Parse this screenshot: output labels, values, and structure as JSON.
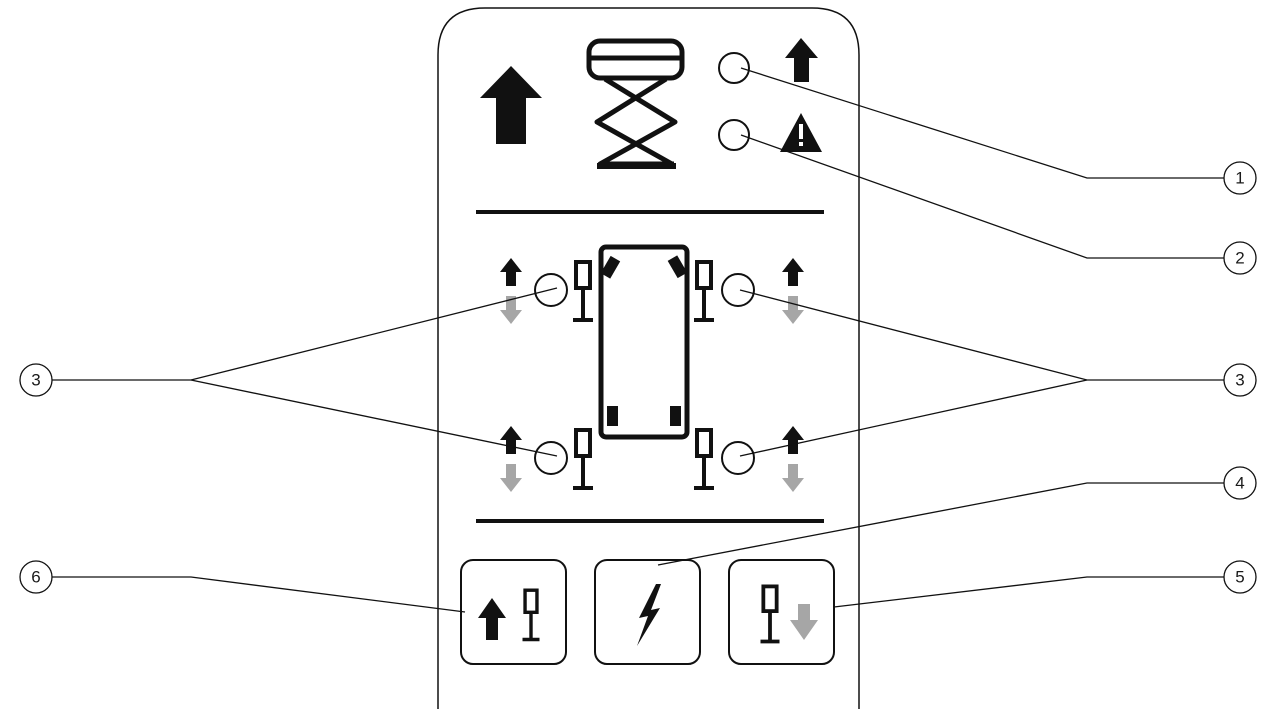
{
  "colors": {
    "ink": "#111111",
    "line": "#1a1a1a",
    "arrow_down": "#a6a6a6",
    "background": "#ffffff"
  },
  "panel": {
    "top_icons": [
      "up-arrow-icon",
      "scissor-lift-platform-icon"
    ],
    "indicators": [
      {
        "icon": "up-arrow-icon",
        "callout": "1"
      },
      {
        "icon": "warning-triangle-icon",
        "callout": "2"
      }
    ],
    "jack_indicators": [
      "front-left",
      "front-right",
      "rear-left",
      "rear-right"
    ],
    "buttons": [
      {
        "icon": "extend-outrigger-icon",
        "callout": "6"
      },
      {
        "icon": "power-lightning-icon",
        "callout": "4"
      },
      {
        "icon": "retract-outrigger-icon",
        "callout": "5"
      }
    ]
  },
  "callouts": {
    "c1": "1",
    "c2": "2",
    "c3_left": "3",
    "c3_right": "3",
    "c4": "4",
    "c5": "5",
    "c6": "6"
  }
}
